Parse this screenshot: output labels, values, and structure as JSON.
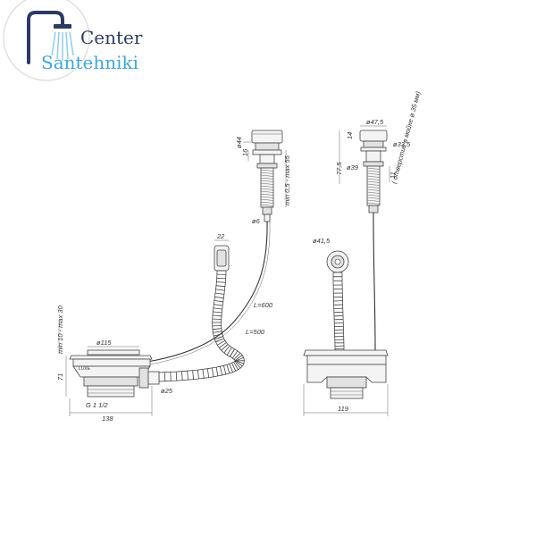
{
  "logo": {
    "line1": "Center",
    "line2": "Santehniki"
  },
  "dimensions": {
    "d44": "ø44",
    "h16": "16",
    "range_rod": "min 0,5 - max 55",
    "d6": "ø6",
    "w22": "22",
    "l600": "L=600",
    "l500": "L=500",
    "range_sink": "min 10 - max 30",
    "d115": "ø115",
    "h71": "71",
    "g112": "G 1 1/2",
    "w138": "138",
    "d25": "ø25",
    "d47_5": "ø47,5",
    "h14": "14",
    "d33_5": "ø33,5",
    "hole_note": "( отверстие в мойке ø 35 мм)",
    "h77_5": "77,5",
    "d39": "ø39",
    "h11": "11",
    "d41_5": "ø41,5",
    "w119": "119",
    "brand": "LUXE"
  },
  "colors": {
    "logo_dark": "#2d3b63",
    "logo_blue": "#3aa7e0",
    "lines": "#444444"
  }
}
